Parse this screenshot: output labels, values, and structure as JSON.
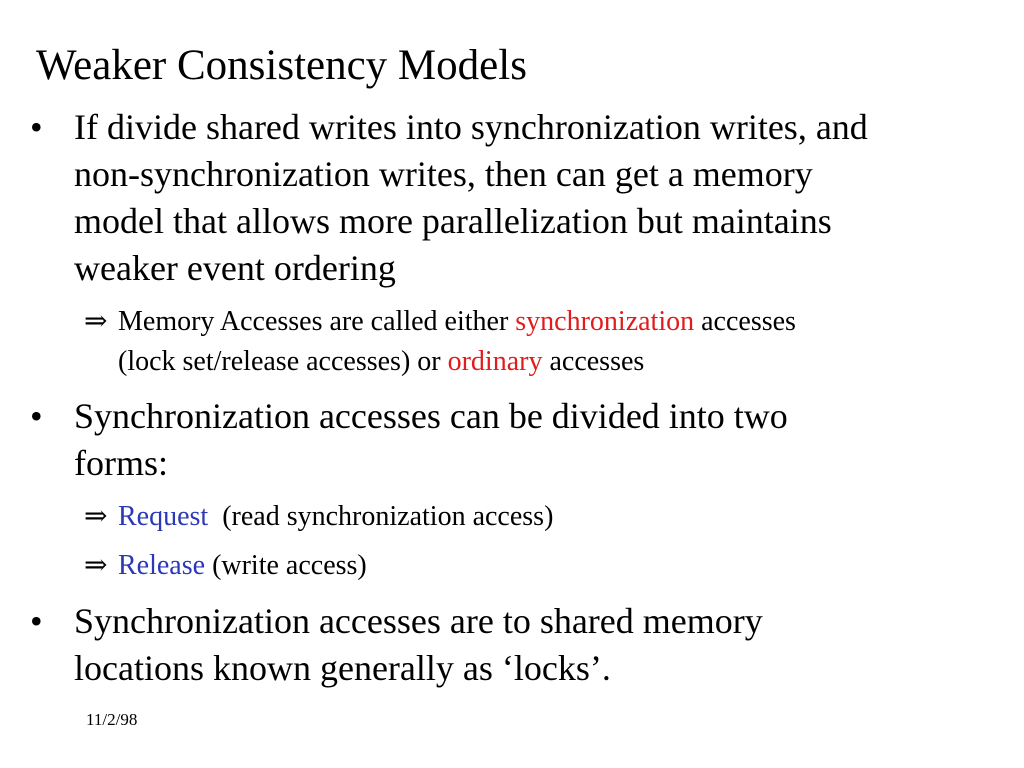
{
  "slide": {
    "title": "Weaker Consistency Models",
    "bullets": [
      {
        "symbol": "•",
        "lines": [
          "If divide shared writes into synchronization writes, and",
          "non-synchronization writes, then can get a memory",
          "model that allows more parallelization but maintains",
          "weaker event ordering"
        ]
      },
      {
        "symbol": "•",
        "lines": [
          "Synchronization accesses can be divided into two",
          "forms:"
        ]
      },
      {
        "symbol": "•",
        "lines": [
          "Synchronization accesses are to shared memory",
          "locations known generally as ‘locks’."
        ]
      }
    ],
    "sub_memory": {
      "arrow": "⇒",
      "part1": "Memory Accesses are called either ",
      "term1": "synchronization",
      "part2": " accesses",
      "part3": "(lock set/release accesses) or ",
      "term2": "ordinary",
      "part4": " accesses"
    },
    "sub_request": {
      "arrow": "⇒",
      "term": "Request",
      "rest": "  (read synchronization access)"
    },
    "sub_release": {
      "arrow": "⇒",
      "term": "Release",
      "rest": " (write access)"
    },
    "date": "11/2/98",
    "colors": {
      "highlight_red": "#e01c1c",
      "highlight_blue": "#2b38b8",
      "text": "#000000",
      "background": "#ffffff"
    }
  }
}
